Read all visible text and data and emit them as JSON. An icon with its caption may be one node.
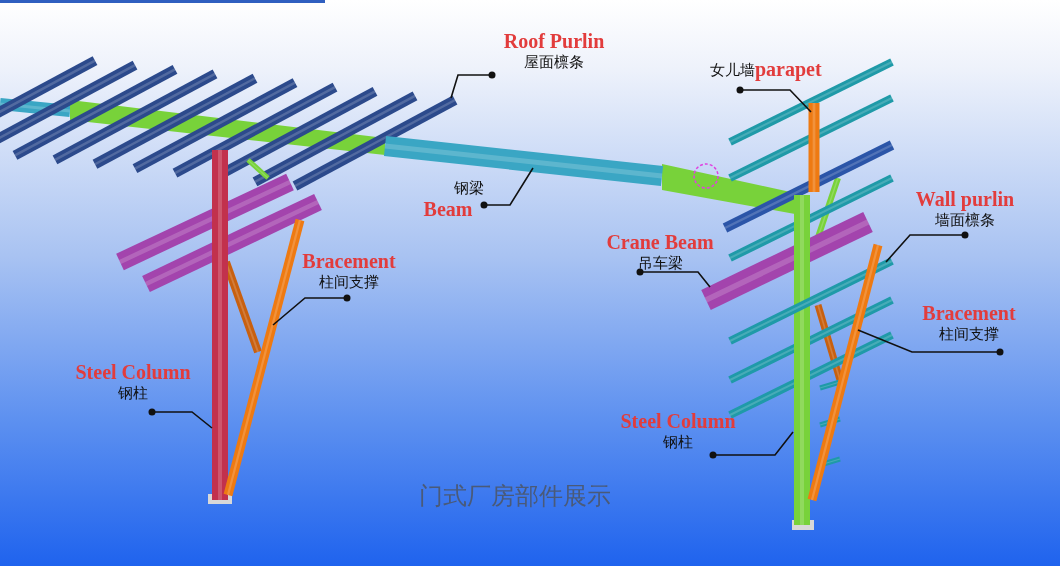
{
  "diagram": {
    "caption": "门式厂房部件展示",
    "nodes": [
      {
        "text": [
          "Roof Purlin",
          "屋面檩条"
        ]
      },
      {
        "text": [],
        "shape": "bar"
      },
      {
        "text": [
          "女儿墙",
          "parapet"
        ]
      },
      {
        "text": [],
        "shape": "bar"
      },
      {
        "text": [
          "钢梁",
          "Beam"
        ]
      },
      {
        "text": [],
        "shape": "bar"
      },
      {
        "text": [
          "Crane Beam",
          "吊车梁"
        ]
      },
      {
        "text": [],
        "shape": "bar"
      },
      {
        "text": [
          "Wall purlin",
          "墙面檩条"
        ]
      },
      {
        "text": [],
        "shape": "bar"
      },
      {
        "text": [
          "Bracement",
          "柱间支撑"
        ]
      },
      {
        "text": [],
        "shape": "bar"
      },
      {
        "text": [
          "Bracement",
          "柱间支撑"
        ]
      },
      {
        "text": [],
        "shape": "bar"
      },
      {
        "text": [
          "Steel Column",
          "钢柱"
        ]
      },
      {
        "text": [],
        "shape": "bar"
      },
      {
        "text": [
          "Steel Column",
          "钢柱"
        ]
      },
      {
        "text": [],
        "shape": "bar"
      }
    ],
    "edges": [
      {
        "from": 0,
        "to": 1,
        "arrow": "other"
      },
      {
        "from": 2,
        "to": 3,
        "arrow": "other"
      },
      {
        "from": 4,
        "to": 5,
        "arrow": "other"
      },
      {
        "from": 6,
        "to": 7,
        "arrow": "other"
      },
      {
        "from": 8,
        "to": 9,
        "arrow": "other"
      },
      {
        "from": 10,
        "to": 11,
        "arrow": "other"
      },
      {
        "from": 12,
        "to": 13,
        "arrow": "other"
      },
      {
        "from": 14,
        "to": 15,
        "arrow": "other"
      },
      {
        "from": 16,
        "to": 17,
        "arrow": "other"
      }
    ]
  }
}
